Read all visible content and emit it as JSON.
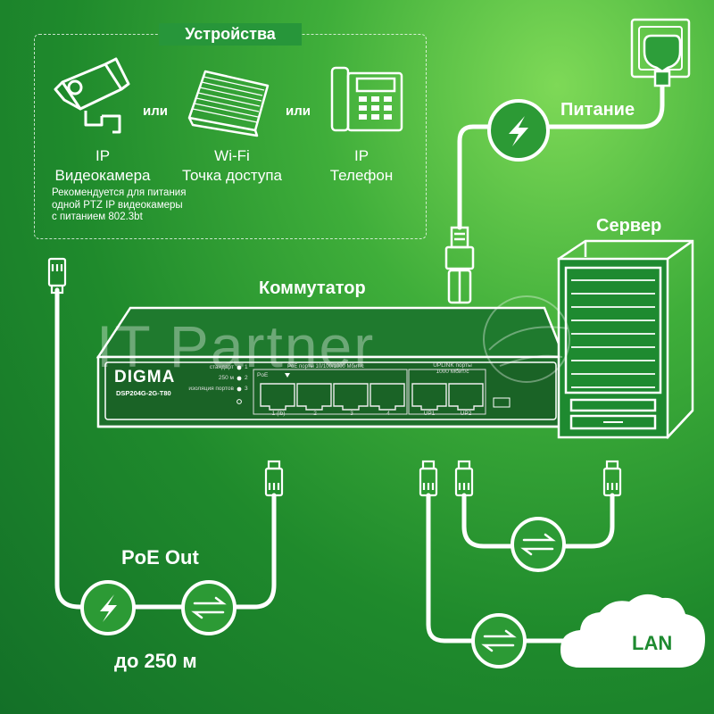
{
  "devices": {
    "title": "Устройства",
    "camera": {
      "line1": "IP",
      "line2": "Видеокамера"
    },
    "wifi": {
      "line1": "Wi-Fi",
      "line2": "Точка доступа"
    },
    "phone": {
      "line1": "IP",
      "line2": "Телефон"
    },
    "or1": "или",
    "or2": "или",
    "note": [
      "Рекомендуется для питания",
      "одной PTZ IP видеокамеры",
      "с питанием 802.3bt"
    ]
  },
  "power_label": "Питание",
  "server_label": "Сервер",
  "switch": {
    "title": "Коммутатор",
    "brand": "DIGMA",
    "model": "DSP204G-2G-T80",
    "poe_ports_label": "PoE порты 10/100/1000 Мбит/с",
    "uplink_label": [
      "UPLINK порты",
      "1000 Мбит/с"
    ],
    "poe_tag": "PoE",
    "port_labels": [
      "1 (lb)",
      "2",
      "3",
      "4",
      "UP1",
      "UP2"
    ],
    "mode_labels": [
      "стандарт",
      "250 м",
      "изоляция портов"
    ],
    "mode_numbers": [
      "1",
      "2",
      "3"
    ]
  },
  "poe_out": {
    "title": "PoE Out",
    "distance": "до 250 м"
  },
  "lan_label": "LAN",
  "watermark": "IT Partner"
}
